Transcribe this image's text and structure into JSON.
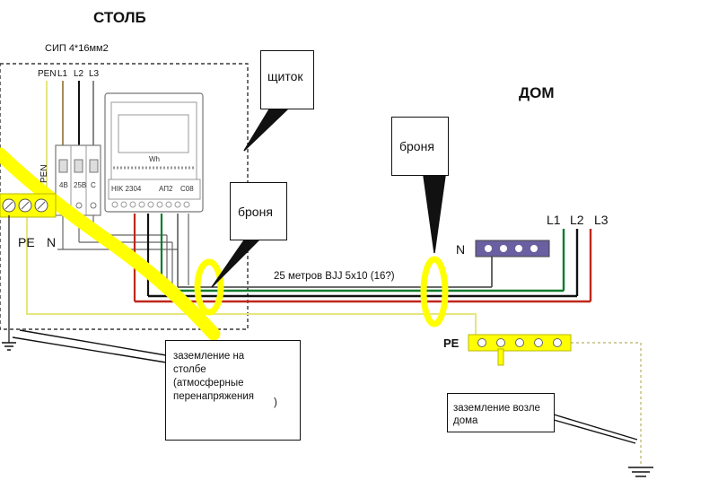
{
  "labels": {
    "pole": "СТОЛБ",
    "house": "ДОМ",
    "cable_sip": "СИП 4*16мм2",
    "wire_pen": "PEN",
    "wire_l1": "L1",
    "wire_l2": "L2",
    "wire_l3": "L3",
    "breaker_pen": "PEN",
    "pe_left": "PE",
    "n_left": "N",
    "meter_wh": "Wh",
    "meter_model": "НIK 2304",
    "meter_ap": "АП2",
    "meter_code": "C08",
    "breaker_4b": "4B",
    "breaker_25b": "25B",
    "breaker_c": "C",
    "house_n": "N",
    "house_pe": "PE",
    "house_l1": "L1",
    "house_l2": "L2",
    "house_l3": "L3",
    "cable_run": "25 метров BJJ 5x10 (16?)"
  },
  "callouts": {
    "panel": "щиток",
    "armor_pole": "броня",
    "armor_house": "броня",
    "ground_pole_line1": "заземление на",
    "ground_pole_line2": "столбе",
    "ground_pole_line3": "(атмосферные",
    "ground_pole_line4": "перенапряжения",
    "ground_pole_line5": ")",
    "ground_house_line1": "заземление возле",
    "ground_house_line2": "дома"
  },
  "colors": {
    "ground_yellow": "#ffff00",
    "pe_wire": "#e6e680",
    "n_bus": "#6a5fa0",
    "wire_green": "#0b7a2a",
    "wire_red": "#c0271b",
    "wire_black": "#111111",
    "wire_grey": "#666666"
  }
}
